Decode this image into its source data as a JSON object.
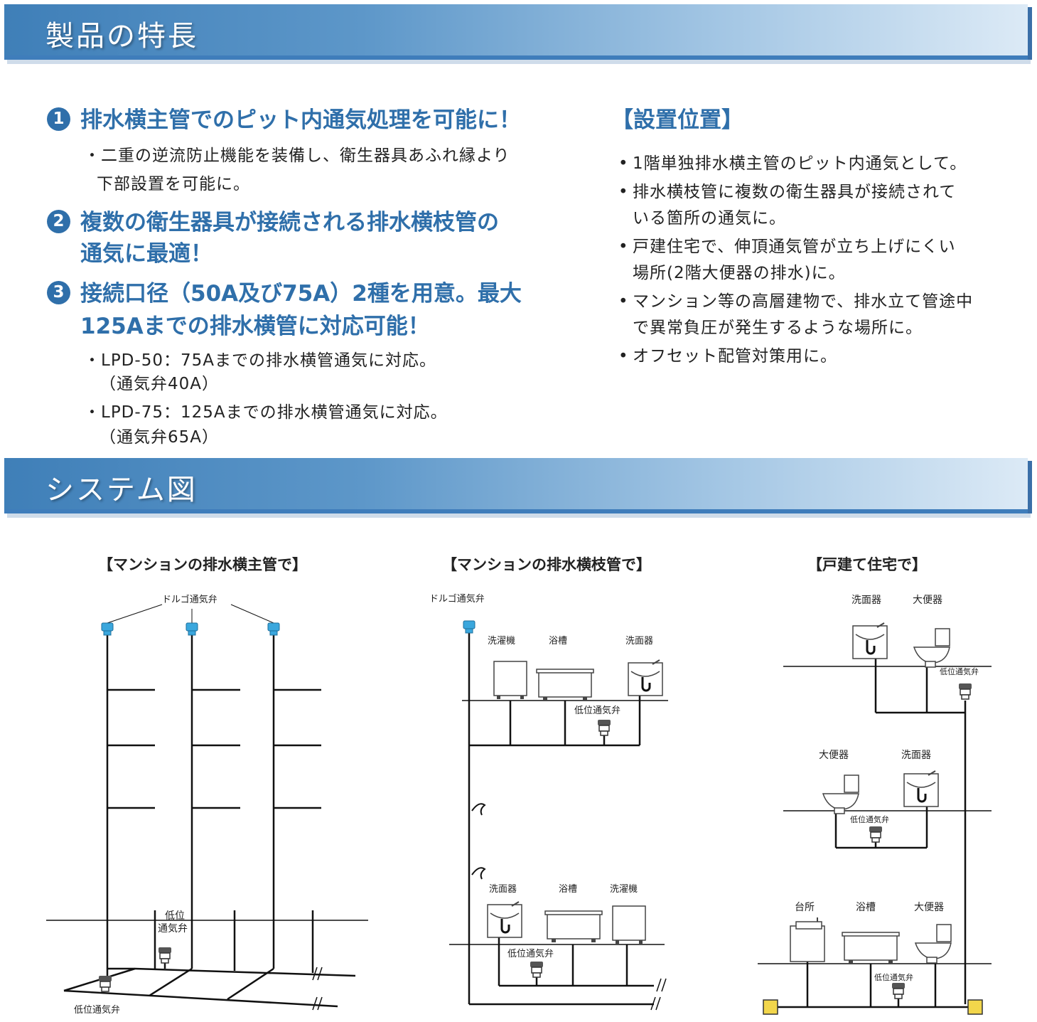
{
  "features": {
    "title": "製品の特長",
    "point1": {
      "num": "1",
      "heading": "排水横主管でのピット内通気処理を可能に！",
      "sub1": "・二重の逆流防止機能を装備し、衛生器具あふれ縁より",
      "sub2": "下部設置を可能に。"
    },
    "point2": {
      "num": "2",
      "heading1": "複数の衛生器具が接続される排水横枝管の",
      "heading2": "通気に最適！"
    },
    "point3": {
      "num": "3",
      "heading1": "接続口径（50A及び75A）2種を用意。最大",
      "heading2": "125Aまでの排水横管に対応可能！",
      "sub1": "・LPD-50：75Aまでの排水横管通気に対応。",
      "sub2": "（通気弁40A）",
      "sub3": "・LPD-75：125Aまでの排水横管通気に対応。",
      "sub4": "（通気弁65A）"
    },
    "location": {
      "heading": "【設置位置】",
      "items": [
        [
          "1階単独排水横主管のピット内通気として。"
        ],
        [
          "排水横枝管に複数の衛生器具が接続されて",
          "いる箇所の通気に。"
        ],
        [
          "戸建住宅で、伸頂通気管が立ち上げにくい",
          "場所(2階大便器の排水)に。"
        ],
        [
          "マンション等の高層建物で、排水立て管途中",
          "で異常負圧が発生するような場所に。"
        ],
        [
          "オフセット配管対策用に。"
        ]
      ]
    }
  },
  "system": {
    "title": "システム図",
    "diagram1": {
      "title": "【マンションの排水横主管で】",
      "label_top": "ドルゴ通気弁",
      "label_low1": "低位",
      "label_low2": "通気弁",
      "label_bottom": "低位通気弁"
    },
    "diagram2": {
      "title": "【マンションの排水横枝管で】",
      "label_top": "ドルゴ通気弁",
      "washer": "洗濯機",
      "bathtub": "浴槽",
      "basin": "洗面器",
      "low_valve": "低位通気弁"
    },
    "diagram3": {
      "title": "【戸建て住宅で】",
      "basin": "洗面器",
      "toilet": "大便器",
      "kitchen": "台所",
      "bathtub": "浴槽",
      "low_valve": "低位通気弁"
    }
  },
  "colors": {
    "accent": "#2f6faa",
    "valve": "#3aa7dd",
    "trap": "#f2d64b"
  }
}
